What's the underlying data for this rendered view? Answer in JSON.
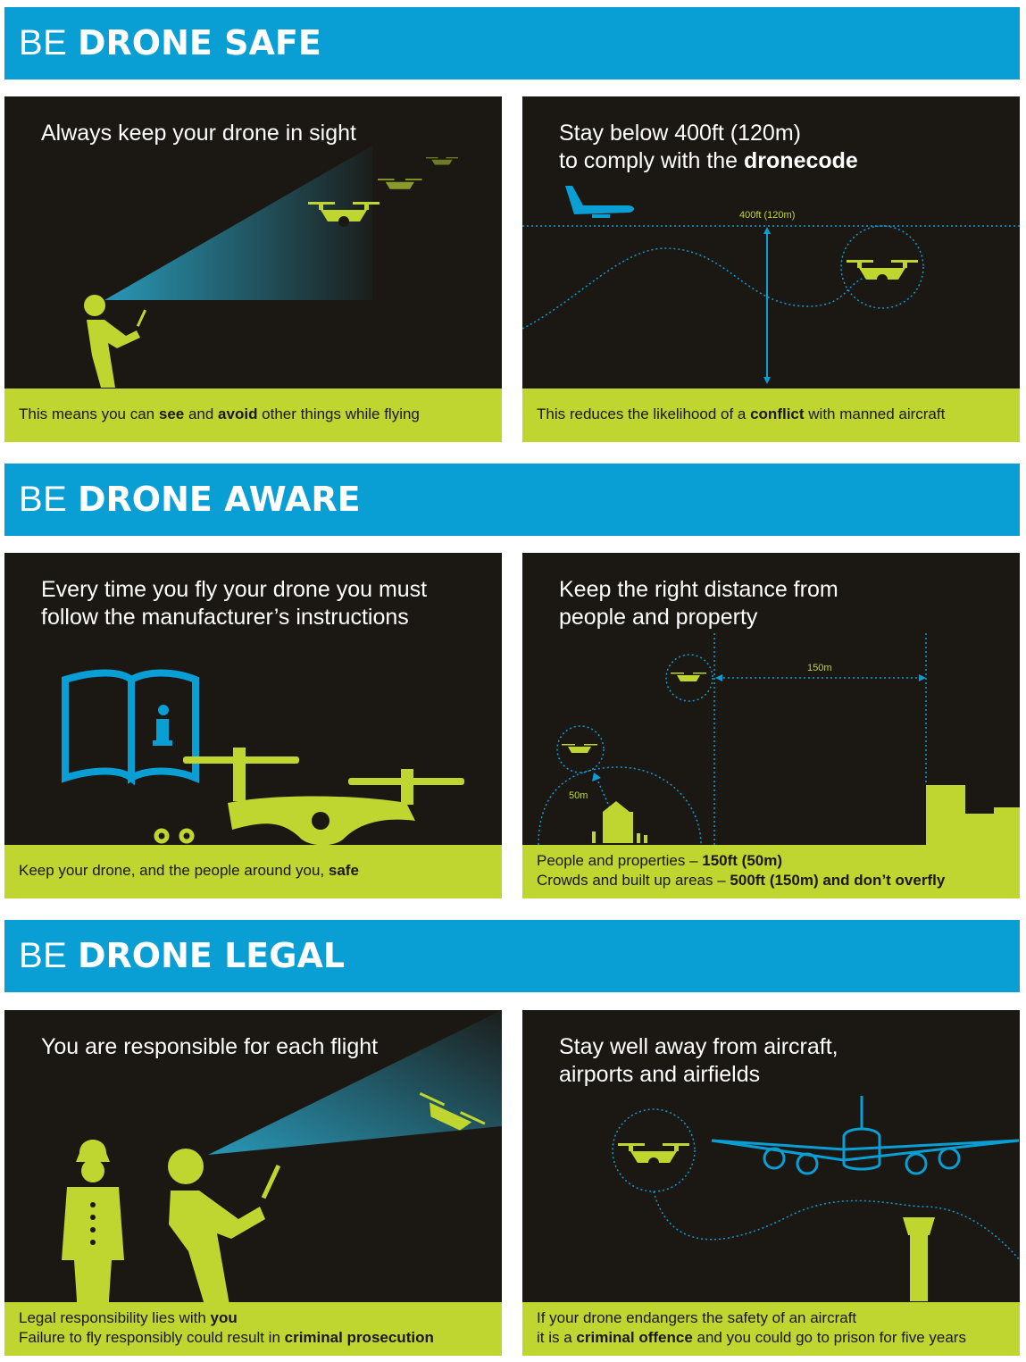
{
  "sections": [
    {
      "prefix": "BE",
      "title": "DRONE SAFE",
      "left": {
        "title": "Always keep your drone in sight",
        "caption": [
          "This means you can ",
          "see",
          " and ",
          "avoid",
          " other things while flying"
        ]
      },
      "right": {
        "title_line1": "Stay below 400ft (120m)",
        "title_line2_a": "to comply with the ",
        "title_line2_b": "dronecode",
        "altitude_label": "400ft (120m)",
        "caption": [
          "This reduces the likelihood of a ",
          "conflict",
          " with manned aircraft"
        ]
      }
    },
    {
      "prefix": "BE",
      "title": "DRONE AWARE",
      "left": {
        "title_line1": "Every time you fly your drone you must",
        "title_line2": "follow the manufacturer’s instructions",
        "caption": [
          "Keep your drone, and the people around you, ",
          "safe"
        ]
      },
      "right": {
        "title_line1": "Keep the right distance from",
        "title_line2": "people and property",
        "dist_150": "150m",
        "dist_50": "50m",
        "caption_line1": [
          "People and properties – ",
          "150ft (50m)"
        ],
        "caption_line2": [
          "Crowds and built up areas – ",
          "500ft (150m) and don’t overfly"
        ]
      }
    },
    {
      "prefix": "BE",
      "title": "DRONE LEGAL",
      "left": {
        "title": "You are responsible for each flight",
        "caption_line1": [
          "Legal responsibility lies with ",
          "you"
        ],
        "caption_line2": [
          "Failure to fly responsibly could result in ",
          "criminal prosecution"
        ]
      },
      "right": {
        "title_line1": "Stay well away from aircraft,",
        "title_line2": "airports and airfields",
        "caption_line1": "If your drone endangers the safety of an aircraft",
        "caption_line2": [
          "it is a ",
          "criminal offence",
          " and you could go to prison for five years"
        ]
      }
    }
  ],
  "colors": {
    "banner": "#0a9fd4",
    "panel": "#1b1712",
    "accent_green": "#bfd630",
    "accent_blue": "#0a9fd4"
  }
}
